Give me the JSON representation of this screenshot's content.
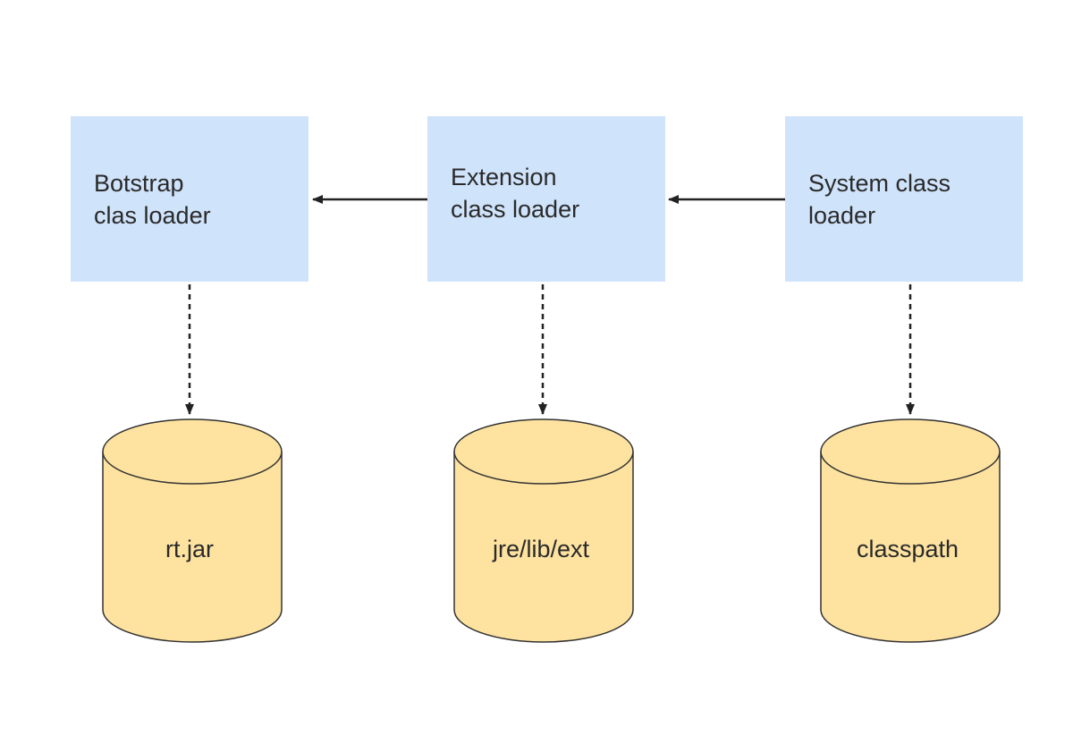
{
  "colors": {
    "loader_fill": "#cfe3fa",
    "store_fill": "#fde2a0",
    "store_stroke": "#333333",
    "arrow": "#222222"
  },
  "loaders": [
    {
      "label": "Botstrap\nclas loader"
    },
    {
      "label": "Extension\nclass loader"
    },
    {
      "label": "System class\nloader"
    }
  ],
  "stores": [
    {
      "label": "rt.jar",
      "icon": "database-cylinder-icon"
    },
    {
      "label": "jre/lib/ext",
      "icon": "database-cylinder-icon"
    },
    {
      "label": "classpath",
      "icon": "database-cylinder-icon"
    }
  ],
  "edges": {
    "delegation": [
      {
        "from": "Extension\nclass loader",
        "to": "Botstrap\nclas loader",
        "style": "solid"
      },
      {
        "from": "System class\nloader",
        "to": "Extension\nclass loader",
        "style": "solid"
      }
    ],
    "loads_from": [
      {
        "from": "Botstrap\nclas loader",
        "to": "rt.jar",
        "style": "dashed"
      },
      {
        "from": "Extension\nclass loader",
        "to": "jre/lib/ext",
        "style": "dashed"
      },
      {
        "from": "System class\nloader",
        "to": "classpath",
        "style": "dashed"
      }
    ]
  }
}
